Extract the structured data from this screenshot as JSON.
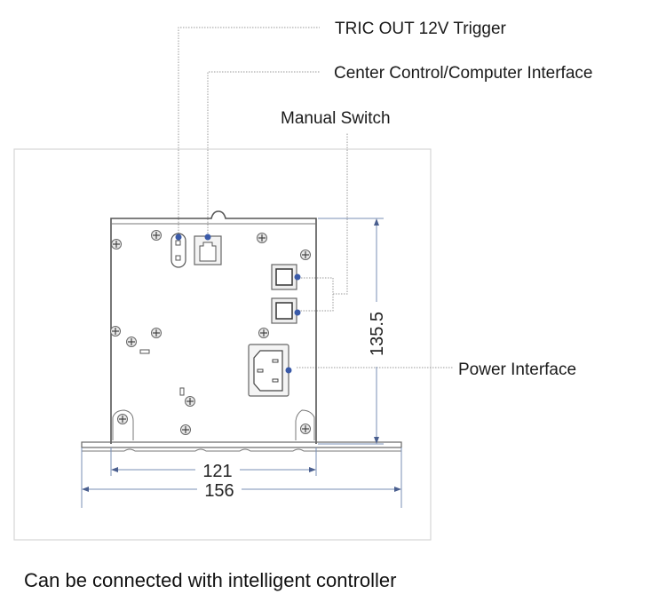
{
  "callouts": {
    "tric_out": "TRIC OUT 12V Trigger",
    "center_control": "Center Control/Computer Interface",
    "manual_switch": "Manual Switch",
    "power_interface": "Power Interface"
  },
  "dimensions": {
    "inner_width": "121",
    "outer_width": "156",
    "height": "135.5"
  },
  "caption": "Can be connected with intelligent controller",
  "colors": {
    "pin_marker": "#3a5aa8",
    "dimension_line": "#7a8fb5"
  }
}
